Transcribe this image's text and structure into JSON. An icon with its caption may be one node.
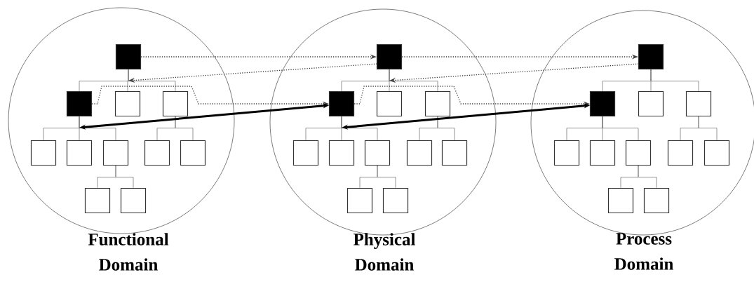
{
  "diagram": {
    "nodes": [
      {
        "text": [
          "Functional Domain"
        ]
      },
      {
        "text": [],
        "shape": "box",
        "in": 0
      },
      {
        "text": [],
        "shape": "box",
        "in": 0
      },
      {
        "text": [],
        "shape": "box",
        "in": 0
      },
      {
        "text": [],
        "shape": "box",
        "in": 0
      },
      {
        "text": [],
        "shape": "box",
        "in": 0
      },
      {
        "text": [],
        "shape": "box",
        "in": 0
      },
      {
        "text": [],
        "shape": "box",
        "in": 0
      },
      {
        "text": [],
        "shape": "box",
        "in": 0
      },
      {
        "text": [],
        "shape": "box",
        "in": 0
      },
      {
        "text": [],
        "shape": "box",
        "in": 0
      },
      {
        "text": [],
        "shape": "box",
        "in": 0
      },
      {
        "text": [
          "Physical Domain"
        ]
      },
      {
        "text": [],
        "shape": "box",
        "in": 12
      },
      {
        "text": [],
        "shape": "box",
        "in": 12
      },
      {
        "text": [],
        "shape": "box",
        "in": 12
      },
      {
        "text": [],
        "shape": "box",
        "in": 12
      },
      {
        "text": [],
        "shape": "box",
        "in": 12
      },
      {
        "text": [],
        "shape": "box",
        "in": 12
      },
      {
        "text": [],
        "shape": "box",
        "in": 12
      },
      {
        "text": [],
        "shape": "box",
        "in": 12
      },
      {
        "text": [],
        "shape": "box",
        "in": 12
      },
      {
        "text": [],
        "shape": "box",
        "in": 12
      },
      {
        "text": [],
        "shape": "box",
        "in": 12
      },
      {
        "text": [
          "Process Domain"
        ]
      },
      {
        "text": [],
        "shape": "box",
        "in": 24
      },
      {
        "text": [],
        "shape": "box",
        "in": 24
      },
      {
        "text": [],
        "shape": "box",
        "in": 24
      },
      {
        "text": [],
        "shape": "box",
        "in": 24
      },
      {
        "text": [],
        "shape": "box",
        "in": 24
      },
      {
        "text": [],
        "shape": "box",
        "in": 24
      },
      {
        "text": [],
        "shape": "box",
        "in": 24
      },
      {
        "text": [],
        "shape": "box",
        "in": 24
      },
      {
        "text": [],
        "shape": "box",
        "in": 24
      },
      {
        "text": [],
        "shape": "box",
        "in": 24
      },
      {
        "text": [],
        "shape": "box",
        "in": 24
      }
    ],
    "edges": [
      {
        "from": 1,
        "to": 2,
        "arrow": "none"
      },
      {
        "from": 1,
        "to": 3,
        "arrow": "none"
      },
      {
        "from": 1,
        "to": 4,
        "arrow": "none"
      },
      {
        "from": 2,
        "to": 5,
        "arrow": "none"
      },
      {
        "from": 2,
        "to": 6,
        "arrow": "none"
      },
      {
        "from": 2,
        "to": 7,
        "arrow": "none"
      },
      {
        "from": 4,
        "to": 8,
        "arrow": "none"
      },
      {
        "from": 4,
        "to": 9,
        "arrow": "none"
      },
      {
        "from": 7,
        "to": 10,
        "arrow": "none"
      },
      {
        "from": 7,
        "to": 11,
        "arrow": "none"
      },
      {
        "from": 13,
        "to": 14,
        "arrow": "none"
      },
      {
        "from": 13,
        "to": 15,
        "arrow": "none"
      },
      {
        "from": 13,
        "to": 16,
        "arrow": "none"
      },
      {
        "from": 14,
        "to": 17,
        "arrow": "none"
      },
      {
        "from": 14,
        "to": 18,
        "arrow": "none"
      },
      {
        "from": 14,
        "to": 19,
        "arrow": "none"
      },
      {
        "from": 16,
        "to": 20,
        "arrow": "none"
      },
      {
        "from": 16,
        "to": 21,
        "arrow": "none"
      },
      {
        "from": 19,
        "to": 22,
        "arrow": "none"
      },
      {
        "from": 19,
        "to": 23,
        "arrow": "none"
      },
      {
        "from": 25,
        "to": 26,
        "arrow": "none"
      },
      {
        "from": 25,
        "to": 27,
        "arrow": "none"
      },
      {
        "from": 25,
        "to": 28,
        "arrow": "none"
      },
      {
        "from": 26,
        "to": 29,
        "arrow": "none"
      },
      {
        "from": 26,
        "to": 30,
        "arrow": "none"
      },
      {
        "from": 26,
        "to": 31,
        "arrow": "none"
      },
      {
        "from": 28,
        "to": 32,
        "arrow": "none"
      },
      {
        "from": 28,
        "to": 33,
        "arrow": "none"
      },
      {
        "from": 31,
        "to": 34,
        "arrow": "none"
      },
      {
        "from": 31,
        "to": 35,
        "arrow": "none"
      },
      {
        "from": 1,
        "to": 13,
        "arrow": "to",
        "style": "dashed"
      },
      {
        "from": 13,
        "to": 25,
        "arrow": "to",
        "style": "dashed"
      },
      {
        "from": 25,
        "to": 13,
        "arrow": "to",
        "style": "dashed"
      },
      {
        "from": 13,
        "to": 1,
        "arrow": "to",
        "style": "dashed"
      },
      {
        "from": 2,
        "to": 14,
        "arrow": "to",
        "style": "dashed"
      },
      {
        "from": 14,
        "to": 26,
        "arrow": "to",
        "style": "dashed"
      },
      {
        "from": 2,
        "to": 14,
        "arrow": "both",
        "style": "thick",
        "color": "#000000"
      },
      {
        "from": 14,
        "to": 26,
        "arrow": "both",
        "style": "thick",
        "color": "#000000"
      }
    ]
  }
}
